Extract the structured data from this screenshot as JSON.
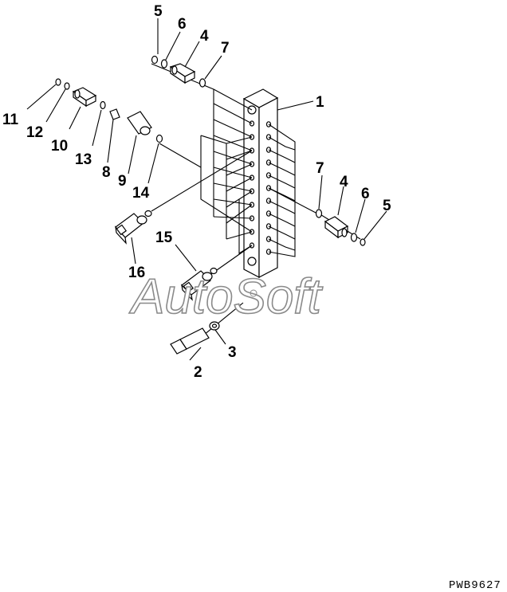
{
  "diagram": {
    "callouts": {
      "c1": "1",
      "c2": "2",
      "c3": "3",
      "c4a": "4",
      "c4b": "4",
      "c5a": "5",
      "c5b": "5",
      "c6a": "6",
      "c6b": "6",
      "c7a": "7",
      "c7b": "7",
      "c8": "8",
      "c9": "9",
      "c10": "10",
      "c11": "11",
      "c12": "12",
      "c13": "13",
      "c14": "14",
      "c15": "15",
      "c16": "16"
    },
    "watermark": "AutoSoft",
    "drawing_code": "PWB9627"
  }
}
